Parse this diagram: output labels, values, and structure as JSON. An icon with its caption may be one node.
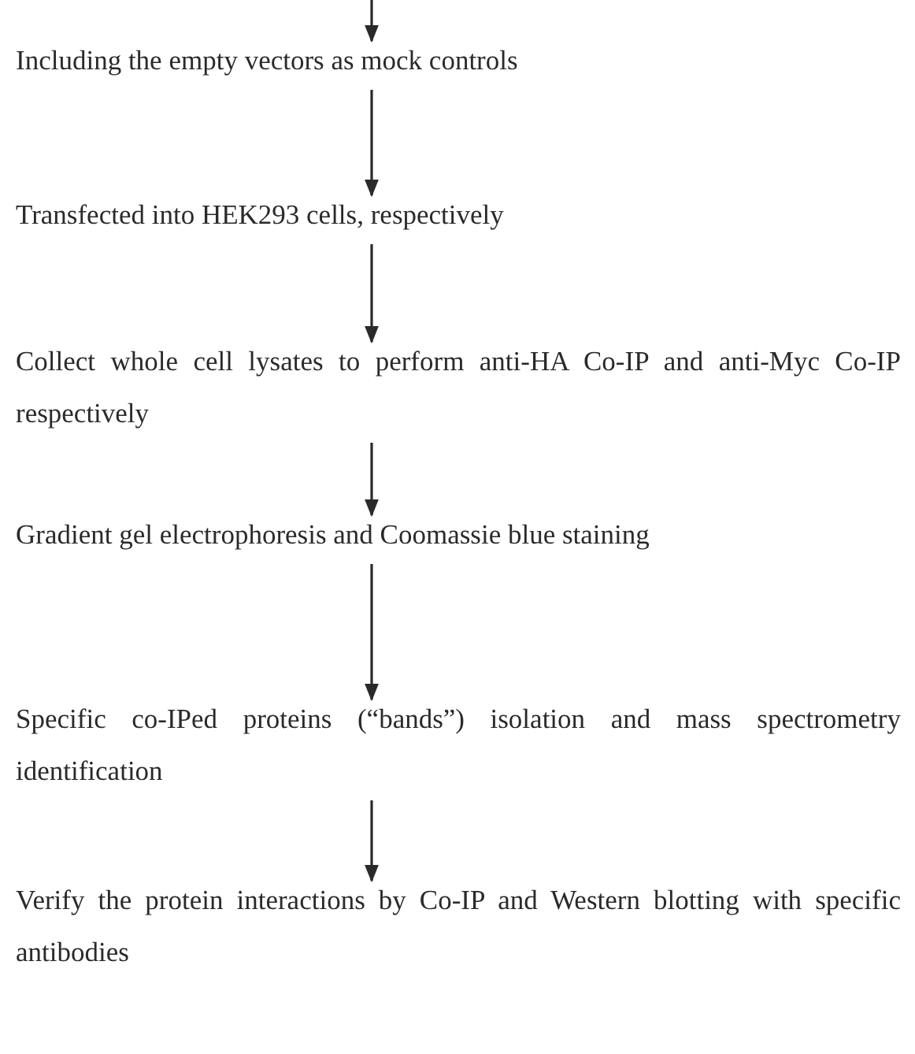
{
  "diagram": {
    "nodes": [
      {
        "text": [
          "Including the empty vectors as mock controls"
        ]
      },
      {
        "text": [
          "Transfected into HEK293 cells, respectively"
        ]
      },
      {
        "text": [
          "Collect whole cell lysates to perform anti-HA Co-IP and anti-Myc Co-IP respectively"
        ]
      },
      {
        "text": [
          "Gradient gel electrophoresis and Coomassie blue staining"
        ]
      },
      {
        "text": [
          "Specific co-IPed proteins (“bands”) isolation and mass spectrometry identification"
        ]
      },
      {
        "text": [
          "Verify the protein interactions by Co-IP and Western blotting with specific antibodies"
        ]
      }
    ],
    "edges": [
      {
        "from": null,
        "to": 0,
        "arrow": "to"
      },
      {
        "from": 0,
        "to": 1,
        "arrow": "to"
      },
      {
        "from": 1,
        "to": 2,
        "arrow": "to"
      },
      {
        "from": 2,
        "to": 3,
        "arrow": "to"
      },
      {
        "from": 3,
        "to": 4,
        "arrow": "to"
      },
      {
        "from": 4,
        "to": 5,
        "arrow": "to"
      }
    ]
  }
}
